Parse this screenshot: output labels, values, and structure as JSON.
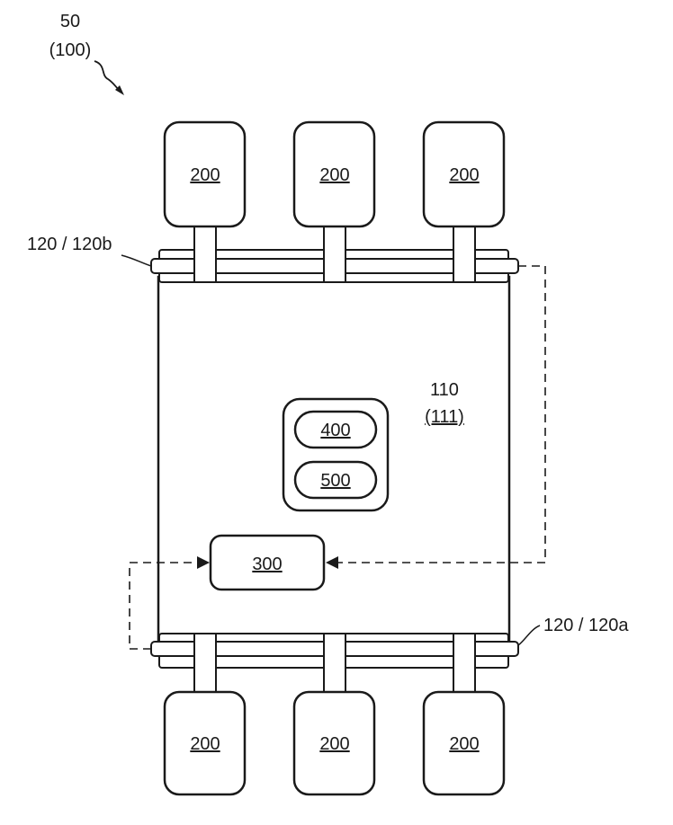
{
  "figure": {
    "ref_main": "50",
    "ref_main_alt": "(100)",
    "plate_top_label": "120 / 120b",
    "plate_bottom_label": "120 / 120a",
    "body_label": "110",
    "body_label_alt": "(111)",
    "wheel_label": "200",
    "controller_label": "300",
    "module_a_label": "400",
    "module_b_label": "500"
  }
}
